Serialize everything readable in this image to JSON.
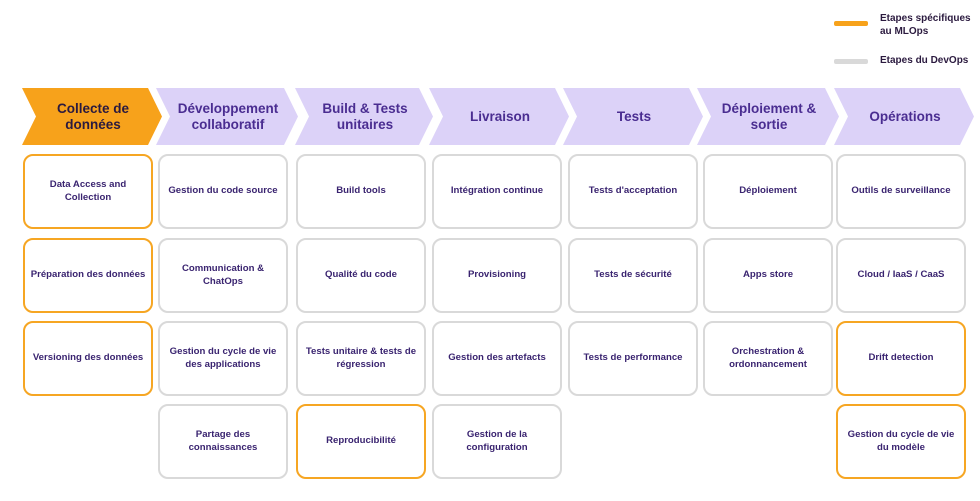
{
  "legend": {
    "mlops_label": "Etapes spécifiques au MLOps",
    "devops_label": "Etapes du DevOps",
    "mlops_color": "#f7a21b",
    "devops_color": "#d9d9d9"
  },
  "stages": [
    {
      "label": "Collecte de données",
      "type": "mlops"
    },
    {
      "label": "Développement collaboratif",
      "type": "devops"
    },
    {
      "label": "Build & Tests unitaires",
      "type": "devops"
    },
    {
      "label": "Livraison",
      "type": "devops"
    },
    {
      "label": "Tests",
      "type": "devops"
    },
    {
      "label": "Déploiement & sortie",
      "type": "devops"
    },
    {
      "label": "Opérations",
      "type": "devops"
    }
  ],
  "columns": [
    [
      {
        "label": "Data Access and Collection",
        "type": "mlops"
      },
      {
        "label": "Préparation des données",
        "type": "mlops"
      },
      {
        "label": "Versioning des données",
        "type": "mlops"
      }
    ],
    [
      {
        "label": "Gestion du code source",
        "type": "devops"
      },
      {
        "label": "Communication & ChatOps",
        "type": "devops"
      },
      {
        "label": "Gestion du cycle de vie des applications",
        "type": "devops"
      },
      {
        "label": "Partage des connaissances",
        "type": "devops"
      }
    ],
    [
      {
        "label": "Build tools",
        "type": "devops"
      },
      {
        "label": "Qualité du code",
        "type": "devops"
      },
      {
        "label": "Tests unitaire & tests de régression",
        "type": "devops"
      },
      {
        "label": "Reproducibilité",
        "type": "mlops"
      }
    ],
    [
      {
        "label": "Intégration continue",
        "type": "devops"
      },
      {
        "label": "Provisioning",
        "type": "devops"
      },
      {
        "label": "Gestion des artefacts",
        "type": "devops"
      },
      {
        "label": "Gestion de la configuration",
        "type": "devops"
      }
    ],
    [
      {
        "label": "Tests d'acceptation",
        "type": "devops"
      },
      {
        "label": "Tests de sécurité",
        "type": "devops"
      },
      {
        "label": "Tests de performance",
        "type": "devops"
      }
    ],
    [
      {
        "label": "Déploiement",
        "type": "devops"
      },
      {
        "label": "Apps store",
        "type": "devops"
      },
      {
        "label": "Orchestration & ordonnancement",
        "type": "devops"
      }
    ],
    [
      {
        "label": "Outils de surveillance",
        "type": "devops"
      },
      {
        "label": "Cloud / IaaS / CaaS",
        "type": "devops"
      },
      {
        "label": "Drift detection",
        "type": "mlops"
      },
      {
        "label": "Gestion du cycle de vie du modèle",
        "type": "mlops"
      }
    ]
  ]
}
